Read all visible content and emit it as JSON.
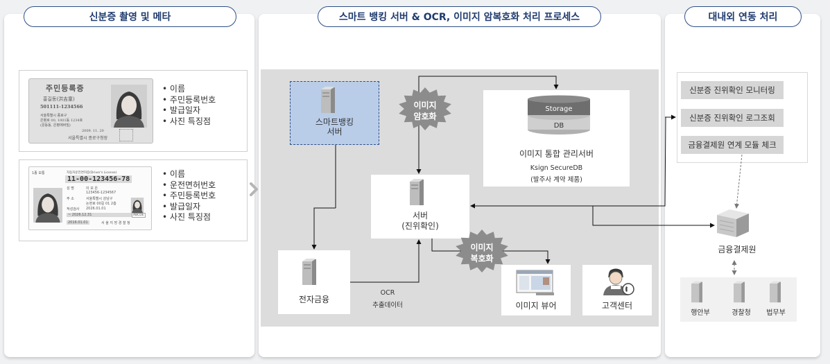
{
  "sections": {
    "left_title": "신분증 촬영 및 메타",
    "middle_title": "스마트 뱅킹 서버 & OCR, 이미지 암복호화 처리 프로세스",
    "right_title": "대내외 연동 처리"
  },
  "id_card": {
    "title": "주민등록증",
    "name": "홍길동(洪吉童)",
    "number": "501111-1234566",
    "addr1": "서울특별시 종로구",
    "addr2": "은평로 00, 1001동 1234호",
    "addr3": "(문동동, 은평에버빌)",
    "date": "2009. 11. 20",
    "issuer": "서울특별시 종로구청장",
    "bullets": [
      "이름",
      "주민등록번호",
      "발급일자",
      "사진 특징점"
    ]
  },
  "license_card": {
    "region": "1종 보통",
    "header": "자동차운전면허증(Driver's License)",
    "number": "11-00-123456-78",
    "name_label": "성 명",
    "name": "이 모 은",
    "rrn": "123456-1234567",
    "addr_label": "주 소",
    "addr1": "서울특별시 강남구",
    "addr2": "논현로 00길 01 2층",
    "issue_label": "적성검사",
    "issue": "2026.01.01",
    "period": "~ 2026.12.31",
    "code": "ABCDE",
    "date": "2016.01.01",
    "issuer": "서 울 지 방 경 찰 청",
    "bullets": [
      "이름",
      "운전면허번호",
      "주민등록번호",
      "발급일자",
      "사진 특징점"
    ]
  },
  "process": {
    "smart_server": [
      "스마트뱅킹",
      "서버"
    ],
    "encrypt": [
      "이미지",
      "암호화"
    ],
    "decrypt": [
      "이미지",
      "복호화"
    ],
    "storage": "Storage",
    "db": "DB",
    "mgmt": "이미지 통합 관리서버",
    "ksign": "Ksign SecureDB",
    "ksign_note": "(발주사 계약 제품)",
    "verify_server": [
      "서버",
      "(진위확인)"
    ],
    "efin": "전자금융",
    "ocr": [
      "OCR",
      "추출데이터"
    ],
    "viewer": "이미지 뷰어",
    "callcenter": "고객센터"
  },
  "external": {
    "items": [
      "신분증 진위확인 모니터링",
      "신분증 진위확인 로그조회",
      "금융결제원 연계 모듈 체크"
    ],
    "kftc": "금융결제원",
    "agencies": [
      "행안부",
      "경찰청",
      "법무부"
    ]
  },
  "colors": {
    "accent": "#2d4f86",
    "smart_server_fill": "#b9cde9",
    "burst": "#8c8c8c",
    "panel_gray": "#dcdcdc"
  },
  "icons": [
    "server-tower-icon",
    "chevron-right-icon",
    "viewer-icon",
    "agent-icon",
    "kftc-server-icon"
  ]
}
